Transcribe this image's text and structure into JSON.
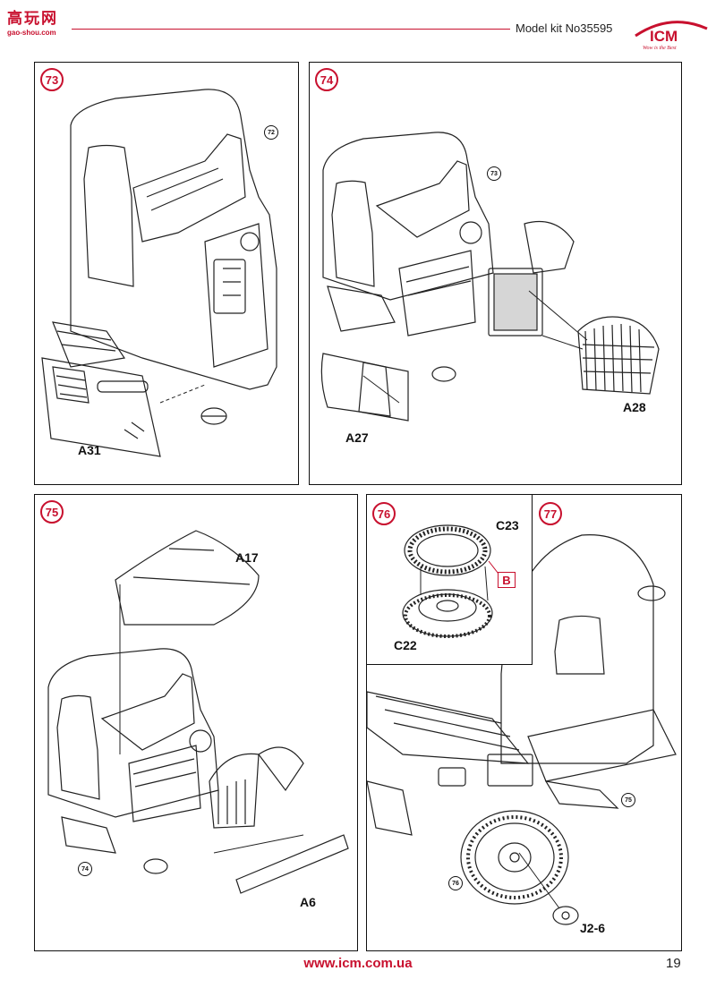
{
  "header": {
    "watermark_cn": "高玩网",
    "watermark_url": "gao-shou.com",
    "model_kit": "Model kit No35595",
    "logo_text": "ICM",
    "logo_tagline": "Wow is the Best"
  },
  "steps": {
    "s73": {
      "number": "73",
      "parts": [
        "A31"
      ],
      "refs": [
        "72"
      ]
    },
    "s74": {
      "number": "74",
      "parts": [
        "A27",
        "A28"
      ],
      "refs": [
        "73"
      ]
    },
    "s75": {
      "number": "75",
      "parts": [
        "A17",
        "A6"
      ],
      "refs": [
        "74"
      ]
    },
    "s76": {
      "number": "76",
      "parts": [
        "C23",
        "C22"
      ],
      "callout": "B"
    },
    "s77": {
      "number": "77",
      "parts": [
        "J2-6"
      ],
      "refs": [
        "75",
        "76"
      ]
    }
  },
  "footer": {
    "url": "www.icm.com.ua",
    "page": "19"
  },
  "colors": {
    "accent": "#c8102e",
    "line": "#111111"
  }
}
